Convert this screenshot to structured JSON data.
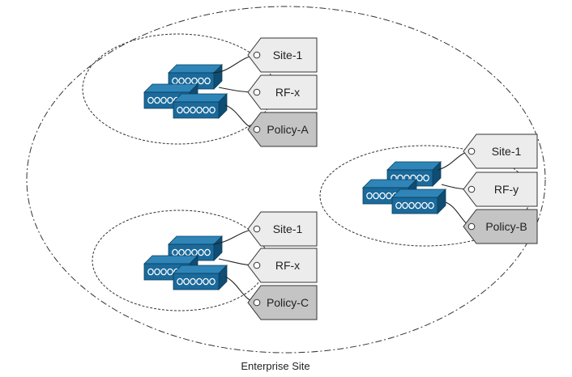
{
  "site_label": "Enterprise Site",
  "colors": {
    "device_front": "#1b6a9b",
    "device_top": "#2f85b8",
    "device_side": "#0f4d73",
    "tag_light": "#ececec",
    "tag_dark": "#c4c4c4",
    "stroke": "#333333"
  },
  "groups": [
    {
      "tags": [
        {
          "label": "Site-1",
          "shade": "light"
        },
        {
          "label": "RF-x",
          "shade": "light"
        },
        {
          "label": "Policy-A",
          "shade": "dark"
        }
      ]
    },
    {
      "tags": [
        {
          "label": "Site-1",
          "shade": "light"
        },
        {
          "label": "RF-y",
          "shade": "light"
        },
        {
          "label": "Policy-B",
          "shade": "dark"
        }
      ]
    },
    {
      "tags": [
        {
          "label": "Site-1",
          "shade": "light"
        },
        {
          "label": "RF-x",
          "shade": "light"
        },
        {
          "label": "Policy-C",
          "shade": "dark"
        }
      ]
    }
  ]
}
